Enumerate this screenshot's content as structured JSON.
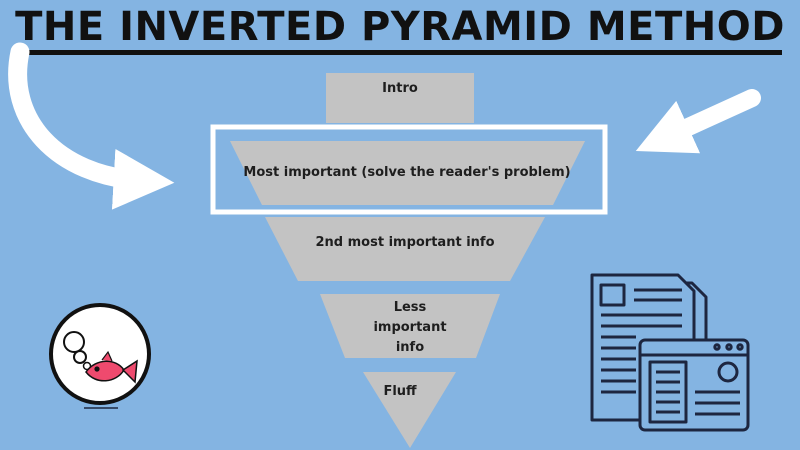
{
  "title": "THE INVERTED PYRAMID METHOD",
  "pyramid": {
    "segments": [
      {
        "label": "Intro"
      },
      {
        "label": "Most important (solve the reader's problem)"
      },
      {
        "label": "2nd most important info"
      },
      {
        "label": "Less important info",
        "lines": [
          "Less",
          "important",
          "info"
        ]
      },
      {
        "label": "Fluff"
      }
    ],
    "highlighted_segment": "Most important (solve the reader's problem)"
  },
  "colors": {
    "background": "#84b4e2",
    "segment_fill": "#c3c3c3",
    "title_text": "#111111",
    "highlight_box": "#ffffff",
    "arrows": "#ffffff",
    "mascot_fish": "#ef4a6e",
    "icon_stroke": "#1d2640"
  },
  "icons": [
    "curved-arrow-icon",
    "straight-arrow-icon",
    "fish-mascot-icon",
    "documents-icon"
  ]
}
